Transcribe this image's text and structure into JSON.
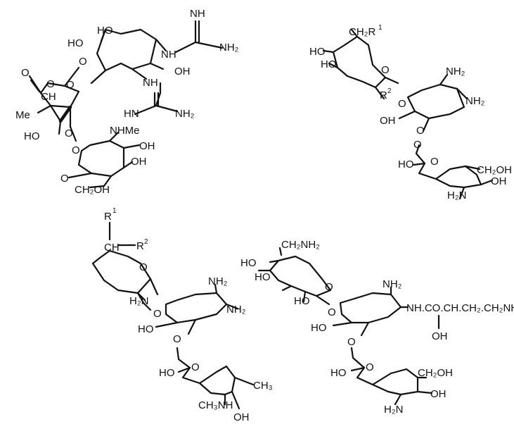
{
  "structures": [
    {
      "id": "streptomycin",
      "labels": [
        {
          "id": "hoTop",
          "text": "HO"
        },
        {
          "id": "hoLeft",
          "text": "HO"
        },
        {
          "id": "nh1",
          "text": "NH"
        },
        {
          "id": "nhImine1",
          "text": "NH"
        },
        {
          "id": "nh2a",
          "text": "NH₂"
        },
        {
          "id": "ohRing",
          "text": "OH"
        },
        {
          "id": "nh2",
          "text": "NH"
        },
        {
          "id": "hnImine2",
          "text": "HN"
        },
        {
          "id": "nh2b",
          "text": "NH₂"
        },
        {
          "id": "oRingTop",
          "text": "O"
        },
        {
          "id": "oKetone",
          "text": "O"
        },
        {
          "id": "cho",
          "text": "CH"
        },
        {
          "id": "chOTop",
          "text": "O"
        },
        {
          "id": "me",
          "text": "Me"
        },
        {
          "id": "oRing2",
          "text": "O"
        },
        {
          "id": "oLink",
          "text": "O"
        },
        {
          "id": "ho2",
          "text": "HO"
        },
        {
          "id": "oLink2",
          "text": "O"
        },
        {
          "id": "nhme",
          "text": "NHMe"
        },
        {
          "id": "oh3a",
          "text": "OH"
        },
        {
          "id": "oh3b",
          "text": "OH"
        },
        {
          "id": "oRing3",
          "text": "O"
        },
        {
          "id": "ch2oh",
          "text": "CH₂OH"
        }
      ]
    },
    {
      "id": "aminoglycoside-top-right",
      "labels": [
        {
          "id": "ch2r1",
          "text": "CH₂R"
        },
        {
          "id": "r1sup",
          "text": "1"
        },
        {
          "id": "ho1",
          "text": "HO"
        },
        {
          "id": "ho2",
          "text": "HO"
        },
        {
          "id": "oRing",
          "text": "O"
        },
        {
          "id": "r2",
          "text": "R"
        },
        {
          "id": "r2sup",
          "text": "2"
        },
        {
          "id": "oLink",
          "text": "O"
        },
        {
          "id": "nh2a",
          "text": "NH₂"
        },
        {
          "id": "nh2b",
          "text": "NH₂"
        },
        {
          "id": "oh",
          "text": "OH"
        },
        {
          "id": "oLink2",
          "text": "O"
        },
        {
          "id": "oLink3",
          "text": "O"
        },
        {
          "id": "ho3",
          "text": "HO"
        },
        {
          "id": "oRing3",
          "text": "O"
        },
        {
          "id": "ch2oh",
          "text": "CH₂OH"
        },
        {
          "id": "h2n",
          "text": "H₂N"
        },
        {
          "id": "oh3",
          "text": "OH"
        }
      ]
    },
    {
      "id": "gentamicin",
      "labels": [
        {
          "id": "r1",
          "text": "R"
        },
        {
          "id": "r1sup",
          "text": "1"
        },
        {
          "id": "ch",
          "text": "CH"
        },
        {
          "id": "r2",
          "text": "R"
        },
        {
          "id": "r2sup",
          "text": "2"
        },
        {
          "id": "oRing",
          "text": "O"
        },
        {
          "id": "h2n",
          "text": "H₂N"
        },
        {
          "id": "oLink",
          "text": "O"
        },
        {
          "id": "nh2a",
          "text": "NH₂"
        },
        {
          "id": "nh2b",
          "text": "NH₂"
        },
        {
          "id": "ho",
          "text": "HO"
        },
        {
          "id": "oLink2",
          "text": "O"
        },
        {
          "id": "oRing3",
          "text": "O"
        },
        {
          "id": "ho3",
          "text": "HO"
        },
        {
          "id": "ch3",
          "text": "CH₃"
        },
        {
          "id": "ch3nh",
          "text": "CH₃NH"
        },
        {
          "id": "oh",
          "text": "OH"
        }
      ]
    },
    {
      "id": "amikacin",
      "labels": [
        {
          "id": "ch2nh2",
          "text": "CH₂NH₂"
        },
        {
          "id": "ho1",
          "text": "HO"
        },
        {
          "id": "ho2",
          "text": "HO"
        },
        {
          "id": "oRing1",
          "text": "O"
        },
        {
          "id": "ho3",
          "text": "HO"
        },
        {
          "id": "oLink1",
          "text": "O"
        },
        {
          "id": "nh2",
          "text": "NH₂"
        },
        {
          "id": "sideChain",
          "text": "NH.CO.CH.CH₂.CH₂NH₂"
        },
        {
          "id": "ohSide",
          "text": "OH"
        },
        {
          "id": "ho4",
          "text": "HO"
        },
        {
          "id": "oLink2",
          "text": "O"
        },
        {
          "id": "oRing3",
          "text": "O"
        },
        {
          "id": "ho5",
          "text": "HO"
        },
        {
          "id": "ch2oh",
          "text": "CH₂OH"
        },
        {
          "id": "h2n",
          "text": "H₂N"
        },
        {
          "id": "oh5",
          "text": "OH"
        }
      ]
    }
  ]
}
